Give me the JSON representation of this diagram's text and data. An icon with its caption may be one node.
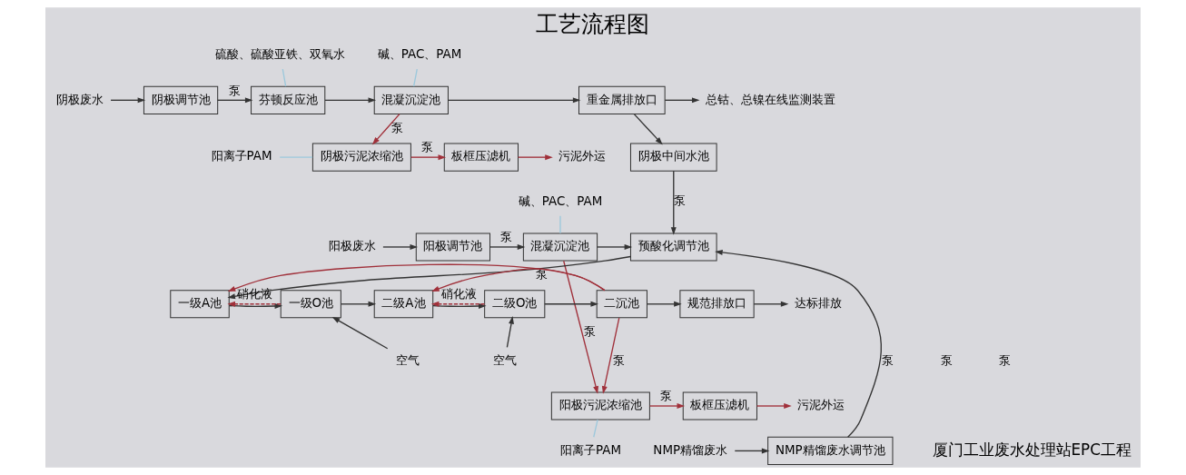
{
  "diagram": {
    "title": "工艺流程图",
    "caption": "厦门工业废水处理站EPC工程",
    "nodes": [
      {
        "text": [
          "阴极废水"
        ]
      },
      {
        "text": [
          "阴极调节池"
        ]
      },
      {
        "text": [
          "芬顿反应池"
        ]
      },
      {
        "text": [
          "混凝沉淀池"
        ]
      },
      {
        "text": [
          "重金属排放口"
        ]
      },
      {
        "text": [
          "总钴、总镍在线监测装置"
        ]
      },
      {
        "text": [
          "硫酸、硫酸亚铁、双氧水"
        ]
      },
      {
        "text": [
          "碱、PAC、PAM"
        ]
      },
      {
        "text": [
          "阴极污泥浓缩池"
        ]
      },
      {
        "text": [
          "阳离子PAM"
        ]
      },
      {
        "text": [
          "板框压滤机"
        ]
      },
      {
        "text": [
          "污泥外运"
        ]
      },
      {
        "text": [
          "阴极中间水池"
        ]
      },
      {
        "text": [
          "阳极废水"
        ]
      },
      {
        "text": [
          "阳极调节池"
        ]
      },
      {
        "text": [
          "混凝沉淀池"
        ]
      },
      {
        "text": [
          "碱、PAC、PAM"
        ]
      },
      {
        "text": [
          "预酸化调节池"
        ]
      },
      {
        "text": [
          "一级A池"
        ]
      },
      {
        "text": [
          "一级O池"
        ]
      },
      {
        "text": [
          "二级A池"
        ]
      },
      {
        "text": [
          "二级O池"
        ]
      },
      {
        "text": [
          "二沉池"
        ]
      },
      {
        "text": [
          "规范排放口"
        ]
      },
      {
        "text": [
          "达标排放"
        ]
      },
      {
        "text": [
          "空气"
        ]
      },
      {
        "text": [
          "空气"
        ]
      },
      {
        "text": [
          "阳极污泥浓缩池"
        ]
      },
      {
        "text": [
          "阳离子PAM"
        ]
      },
      {
        "text": [
          "板框压滤机"
        ]
      },
      {
        "text": [
          "污泥外运"
        ]
      },
      {
        "text": [
          "NMP精馏废水"
        ]
      },
      {
        "text": [
          "NMP精馏废水调节池"
        ]
      }
    ],
    "edges": [
      {
        "from": 0,
        "to": 1,
        "arrow": "to"
      },
      {
        "from": 1,
        "to": 2,
        "arrow": "to",
        "label": "泵"
      },
      {
        "from": 2,
        "to": 3,
        "arrow": "to"
      },
      {
        "from": 3,
        "to": 4,
        "arrow": "to"
      },
      {
        "from": 4,
        "to": 5,
        "arrow": "to"
      },
      {
        "from": 6,
        "to": 2,
        "arrow": "none",
        "color": "#9cc8dc"
      },
      {
        "from": 7,
        "to": 3,
        "arrow": "none",
        "color": "#9cc8dc"
      },
      {
        "from": 3,
        "to": 8,
        "arrow": "to",
        "label": "泵",
        "color": "#a0303a"
      },
      {
        "from": 9,
        "to": 8,
        "arrow": "none",
        "color": "#9cc8dc"
      },
      {
        "from": 8,
        "to": 10,
        "arrow": "to",
        "label": "泵",
        "color": "#a0303a"
      },
      {
        "from": 10,
        "to": 11,
        "arrow": "to",
        "color": "#a0303a"
      },
      {
        "from": 4,
        "to": 12,
        "arrow": "to"
      },
      {
        "from": 12,
        "to": 17,
        "arrow": "to",
        "label": "泵"
      },
      {
        "from": 13,
        "to": 14,
        "arrow": "to"
      },
      {
        "from": 14,
        "to": 15,
        "arrow": "to",
        "label": "泵"
      },
      {
        "from": 16,
        "to": 15,
        "arrow": "none",
        "color": "#9cc8dc"
      },
      {
        "from": 15,
        "to": 17,
        "arrow": "to"
      },
      {
        "from": 17,
        "to": 18,
        "arrow": "to",
        "label": "泵"
      },
      {
        "from": 18,
        "to": 19,
        "arrow": "to"
      },
      {
        "from": 19,
        "to": 20,
        "arrow": "to"
      },
      {
        "from": 20,
        "to": 21,
        "arrow": "to"
      },
      {
        "from": 21,
        "to": 22,
        "arrow": "to"
      },
      {
        "from": 22,
        "to": 23,
        "arrow": "to"
      },
      {
        "from": 23,
        "to": 24,
        "arrow": "to"
      },
      {
        "from": 19,
        "to": 18,
        "arrow": "to",
        "label": "硝化液",
        "style": "dashed",
        "color": "#a0303a"
      },
      {
        "from": 21,
        "to": 20,
        "arrow": "to",
        "label": "硝化液",
        "style": "dashed",
        "color": "#a0303a"
      },
      {
        "from": 25,
        "to": 19,
        "arrow": "to"
      },
      {
        "from": 26,
        "to": 21,
        "arrow": "to"
      },
      {
        "from": 22,
        "to": 27,
        "arrow": "to",
        "label": "泵",
        "color": "#a0303a"
      },
      {
        "from": 22,
        "to": 18,
        "arrow": "to",
        "color": "#a0303a"
      },
      {
        "from": 22,
        "to": 20,
        "arrow": "to",
        "color": "#a0303a"
      },
      {
        "from": 15,
        "to": 27,
        "arrow": "to",
        "label": "泵",
        "color": "#a0303a"
      },
      {
        "from": 28,
        "to": 27,
        "arrow": "none",
        "color": "#9cc8dc"
      },
      {
        "from": 27,
        "to": 29,
        "arrow": "to",
        "label": "泵",
        "color": "#a0303a"
      },
      {
        "from": 29,
        "to": 30,
        "arrow": "to",
        "color": "#a0303a"
      },
      {
        "from": 31,
        "to": 32,
        "arrow": "to"
      },
      {
        "from": 32,
        "to": 17,
        "arrow": "to",
        "label": "泵"
      }
    ],
    "labels": [
      "泵",
      "泵"
    ]
  }
}
